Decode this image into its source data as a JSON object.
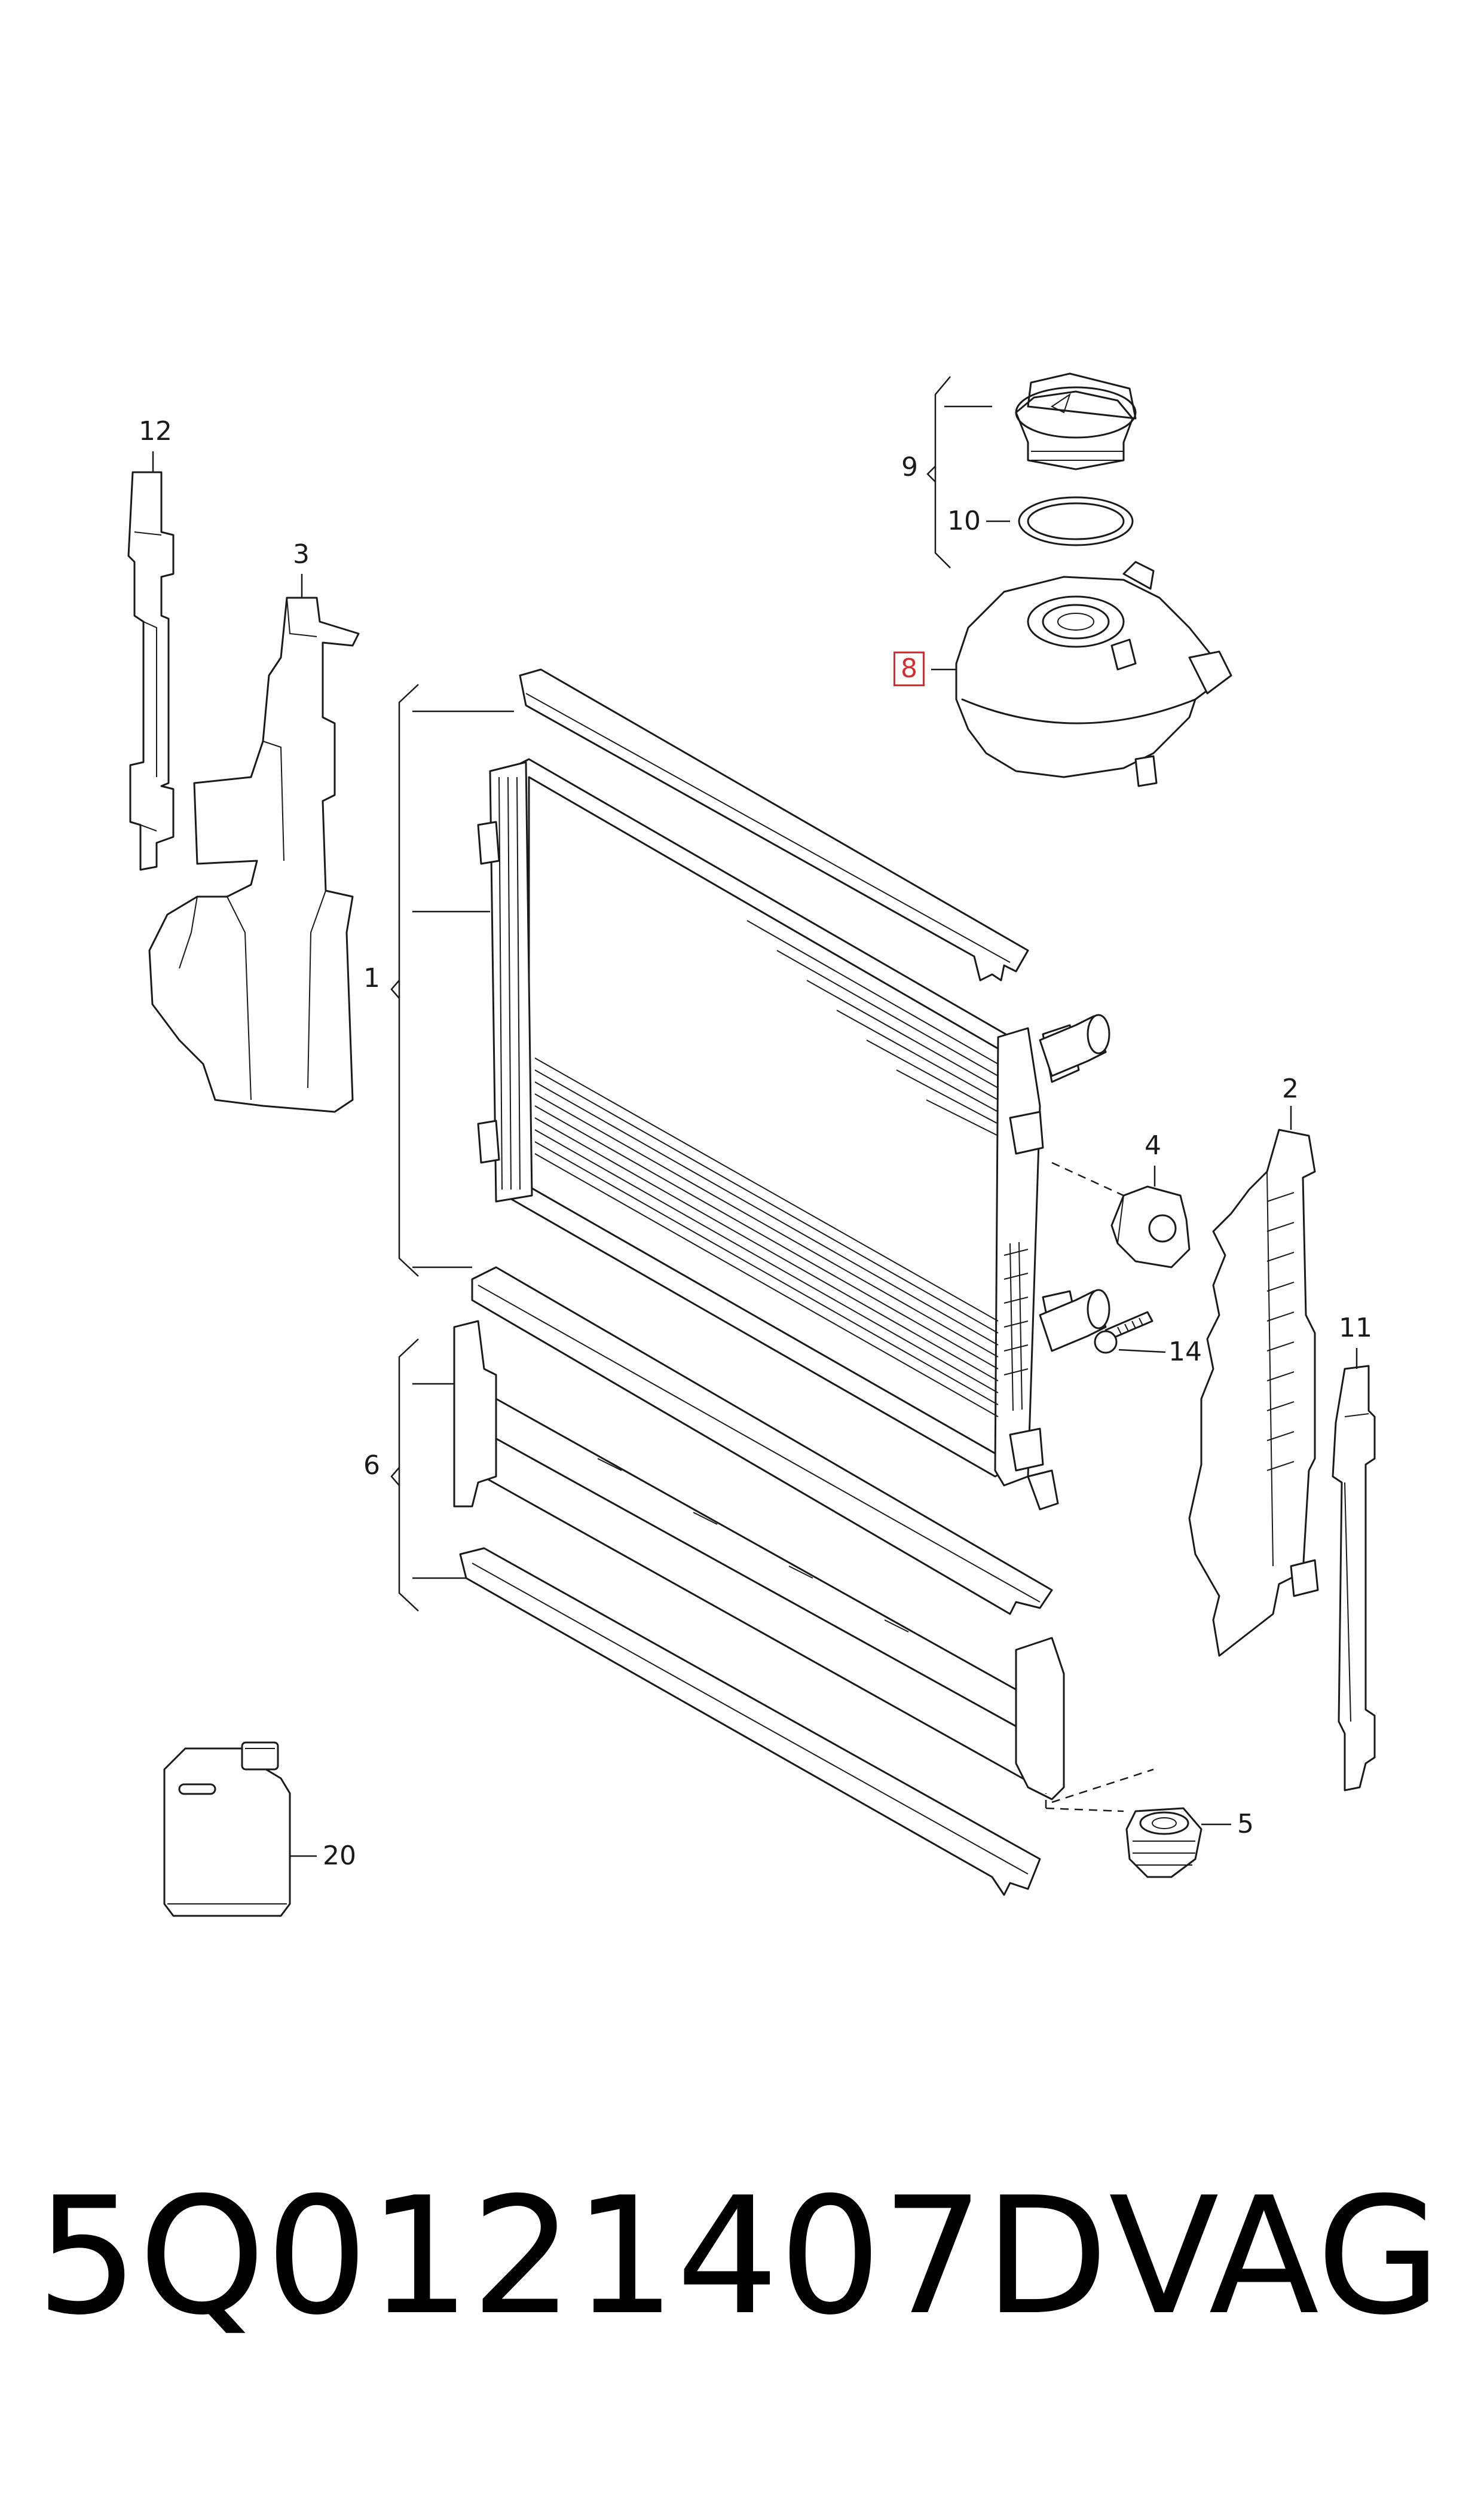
{
  "labels": {
    "l1": "1",
    "l2": "2",
    "l3": "3",
    "l4": "4",
    "l5": "5",
    "l6": "6",
    "l8": "8",
    "l9": "9",
    "l10": "10",
    "l11": "11",
    "l12": "12",
    "l14": "14",
    "l20": "20"
  },
  "highlighted_part": "8",
  "footer": {
    "part_number": "5Q0121407D",
    "brand": "VAG"
  }
}
